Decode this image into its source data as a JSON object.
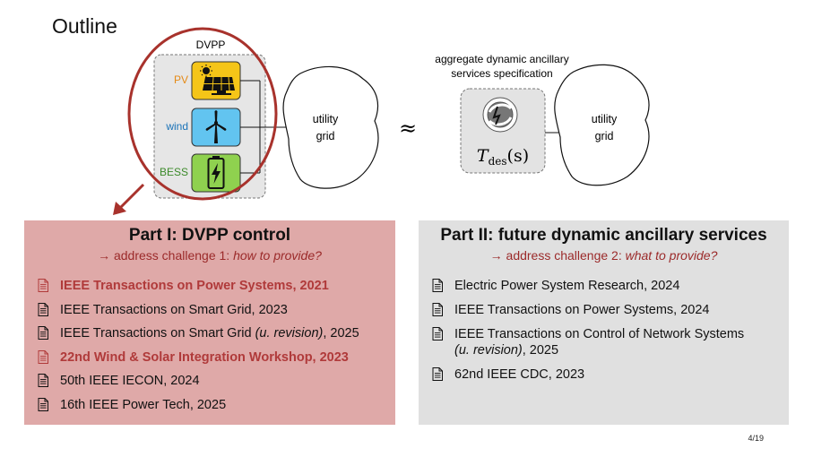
{
  "slide": {
    "title": "Outline",
    "page_number": "4/19"
  },
  "diagram": {
    "dvpp_label": "DVPP",
    "sources": [
      {
        "label": "PV",
        "color": "#e58a16",
        "icon": "solar-panel-icon"
      },
      {
        "label": "wind",
        "color": "#1a73b8",
        "icon": "wind-turbine-icon"
      },
      {
        "label": "BESS",
        "color": "#3c8a2a",
        "icon": "battery-icon"
      }
    ],
    "grid_left": {
      "line1": "utility",
      "line2": "grid"
    },
    "approx_symbol": "≈",
    "spec_caption": {
      "line1": "aggregate dynamic ancillary",
      "line2": "services specification"
    },
    "transfer": {
      "var": "T",
      "sub": "des",
      "arg": "(s)"
    },
    "grid_right": {
      "line1": "utility",
      "line2": "grid"
    },
    "highlight_color": "#a8322c"
  },
  "part1": {
    "heading": "Part I: DVPP control",
    "sub_prefix": "→ address challenge 1: ",
    "sub_italic": "how to provide?",
    "items": [
      {
        "text": "IEEE Transactions on Power Systems, 2021",
        "highlight": true
      },
      {
        "text": "IEEE Transactions on Smart Grid, 2023",
        "highlight": false
      },
      {
        "pre": "IEEE Transactions on Smart Grid ",
        "ital": "(u. revision)",
        "post": ", 2025",
        "highlight": false
      },
      {
        "text": "22nd Wind & Solar Integration Workshop, 2023",
        "highlight": true
      },
      {
        "text": "50th IEEE IECON, 2024",
        "highlight": false
      },
      {
        "text": "16th IEEE Power Tech, 2025",
        "highlight": false
      }
    ]
  },
  "part2": {
    "heading": "Part II: future dynamic ancillary services",
    "sub_prefix": "→ address challenge 2: ",
    "sub_italic": "what to provide?",
    "items": [
      {
        "text": "Electric Power System Research, 2024"
      },
      {
        "text": "IEEE Transactions on Power Systems, 2024"
      },
      {
        "pre": "IEEE Transactions on Control of Network Systems",
        "ital": "(u. revision)",
        "post": ", 2025",
        "wrap": true
      },
      {
        "text": "62nd IEEE CDC, 2023"
      }
    ]
  }
}
